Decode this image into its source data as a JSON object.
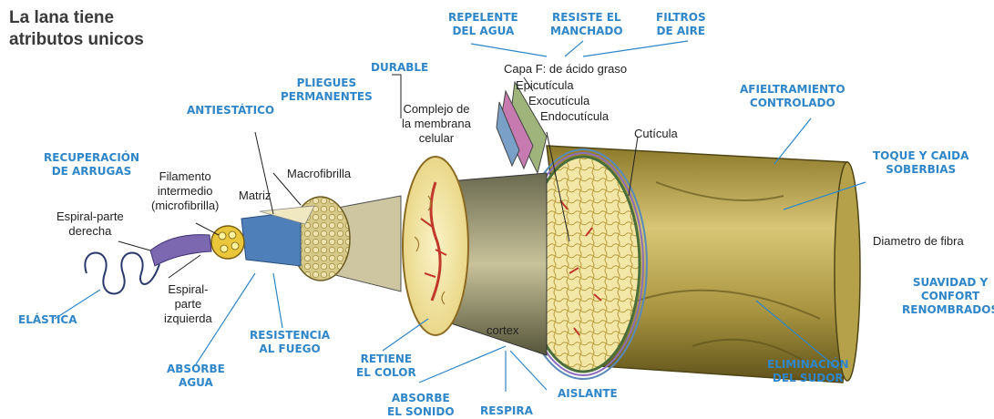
{
  "title": {
    "line1": "La lana tiene",
    "line2": "atributos unicos"
  },
  "properties": {
    "repelente": {
      "line1": "REPELENTE",
      "line2": "DEL AGUA"
    },
    "resiste": {
      "line1": "RESISTE EL",
      "line2": "MANCHADO"
    },
    "filtros": {
      "line1": "FILTROS",
      "line2": "DE AIRE"
    },
    "durable": "DURABLE",
    "pliegues": {
      "line1": "PLIEGUES",
      "line2": "PERMANENTES"
    },
    "antiestatico": "ANTIESTÁTICO",
    "recuperacion": {
      "line1": "RECUPERACIÓN",
      "line2": "DE ARRUGAS"
    },
    "elastica": "ELÁSTICA",
    "resistencia": {
      "line1": "RESISTENCIA",
      "line2": "AL FUEGO"
    },
    "absorbe_agua": {
      "line1": "ABSORBE",
      "line2": "AGUA"
    },
    "retiene": {
      "line1": "RETIENE",
      "line2": "EL COLOR"
    },
    "absorbe_sonido": {
      "line1": "ABSORBE",
      "line2": "EL SONIDO"
    },
    "respira": "RESPIRA",
    "aislante": "AISLANTE",
    "afieltramiento": {
      "line1": "AFIELTRAMIENTO",
      "line2": "CONTROLADO"
    },
    "toque": {
      "line1": "TOQUE Y CAIDA",
      "line2": "SOBERBIAS"
    },
    "suavidad": {
      "line1": "SUAVIDAD Y",
      "line2": "CONFORT",
      "line3": "RENOMBRADOS"
    },
    "eliminacion": {
      "line1": "ELIMINACIÓN",
      "line2": "DEL SUDOR"
    }
  },
  "parts": {
    "capa_f": "Capa F: de ácido graso",
    "epicuticula": "Epicutícula",
    "exocuticula": "Exocutícula",
    "endocuticula": "Endocutícula",
    "complejo": {
      "line1": "Complejo de",
      "line2": "la membrana",
      "line3": "celular"
    },
    "cuticula": "Cutícula",
    "macrofibrilla": "Macrofibrilla",
    "filamento": {
      "line1": "Filamento",
      "line2": "intermedio",
      "line3": "(microfibrilla)"
    },
    "matriz": "Matriz",
    "espiral_derecha": {
      "line1": "Espiral-parte",
      "line2": "derecha"
    },
    "espiral_izquierda": {
      "line1": "Espiral-",
      "line2": "parte",
      "line3": "izquierda"
    },
    "cortex": "cortex",
    "diametro": "Diametro de fibra"
  },
  "colors": {
    "property_label": "#2f86c8",
    "fiber_tan": "#c9b45a",
    "fiber_dark": "#7a6a22",
    "cortex_fill": "#f2e6a8",
    "cell_red": "#c0392b",
    "macrofibril_purple": "#7b68b0"
  }
}
